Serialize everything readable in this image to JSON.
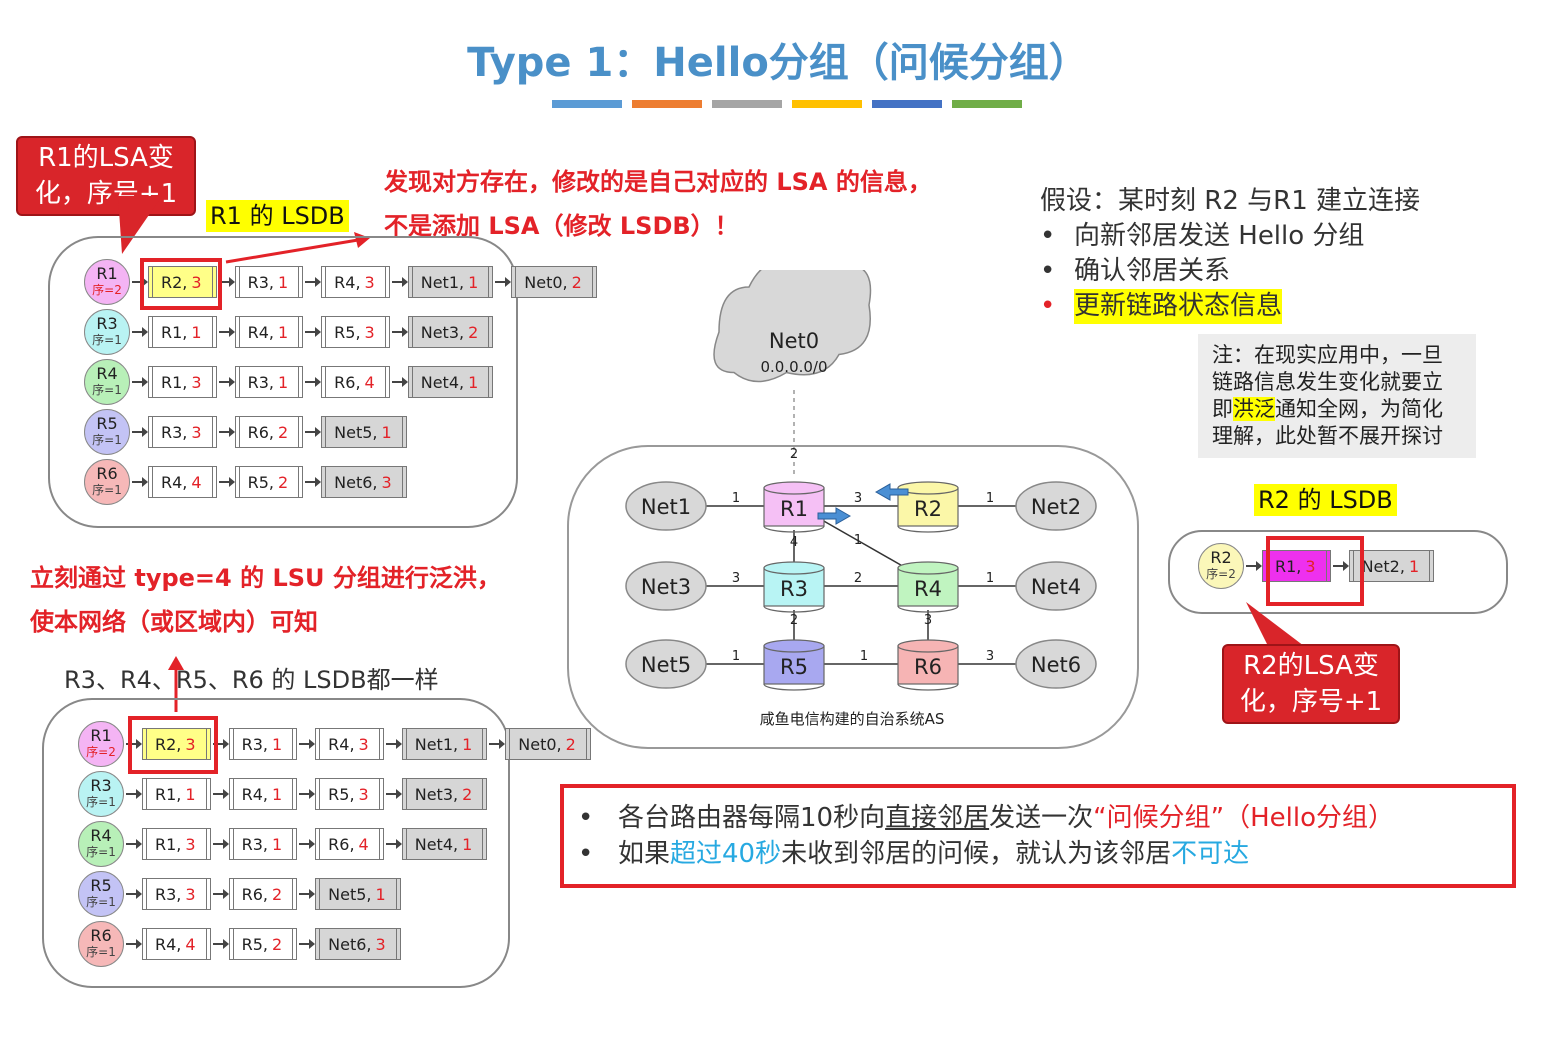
{
  "title": "Type 1：Hello分组（问候分组）",
  "title_bar_colors": [
    "#5b9bd5",
    "#ed7d31",
    "#a5a5a5",
    "#ffc000",
    "#4472c4",
    "#70ad47"
  ],
  "notes": {
    "r1_change": [
      "R1的LSA变",
      "化，序号+1"
    ],
    "r2_change": [
      "R2的LSA变",
      "化，序号+1"
    ],
    "discover": [
      "发现对方存在，修改的是自己对应的 LSA 的信息，",
      "不是添加 LSA（修改 LSDB）！"
    ],
    "flood": [
      "立刻通过 type=4 的 LSU 分组进行泛洪，",
      "使本网络（或区域内）可知"
    ],
    "same_lsdb": "R3、R4、R5、R6 的 LSDB都一样",
    "gray": [
      "注：在现实应用中，一旦",
      "链路信息发生变化就要立",
      "即",
      "洪泛",
      "通知全网，为简化",
      "理解，此处暂不展开探讨"
    ]
  },
  "labels": {
    "r1_lsdb": "R1 的 LSDB",
    "r2_lsdb": "R2 的 LSDB"
  },
  "assume": {
    "head": "假设：某时刻 R2 与R1 建立连接",
    "items": [
      "向新邻居发送 Hello 分组",
      "确认邻居关系",
      "更新链路状态信息"
    ],
    "bullet": "•"
  },
  "lsdb_top": [
    {
      "node": "R1",
      "seq": "序=2",
      "color": "#f4b4f4",
      "seq_red": true,
      "cells": [
        [
          "R2",
          "3",
          "hl"
        ],
        [
          "R3",
          "1",
          ""
        ],
        [
          "R4",
          "3",
          ""
        ],
        [
          "Net1",
          "1",
          "net"
        ],
        [
          "Net0",
          "2",
          "net"
        ]
      ]
    },
    {
      "node": "R3",
      "seq": "序=1",
      "color": "#b9f3f3",
      "cells": [
        [
          "R1",
          "1",
          ""
        ],
        [
          "R4",
          "1",
          ""
        ],
        [
          "R5",
          "3",
          ""
        ],
        [
          "Net3",
          "2",
          "net"
        ]
      ]
    },
    {
      "node": "R4",
      "seq": "序=1",
      "color": "#b8f0b8",
      "cells": [
        [
          "R1",
          "3",
          ""
        ],
        [
          "R3",
          "1",
          ""
        ],
        [
          "R6",
          "4",
          ""
        ],
        [
          "Net4",
          "1",
          "net"
        ]
      ]
    },
    {
      "node": "R5",
      "seq": "序=1",
      "color": "#c3c3f5",
      "cells": [
        [
          "R3",
          "3",
          ""
        ],
        [
          "R6",
          "2",
          ""
        ],
        [
          "Net5",
          "1",
          "net"
        ]
      ]
    },
    {
      "node": "R6",
      "seq": "序=1",
      "color": "#f6b8b8",
      "cells": [
        [
          "R4",
          "4",
          ""
        ],
        [
          "R5",
          "2",
          ""
        ],
        [
          "Net6",
          "3",
          "net"
        ]
      ]
    }
  ],
  "lsdb_r2": {
    "node": "R2",
    "seq": "序=2",
    "color": "#fbf7b9",
    "cells": [
      [
        "R1",
        "3",
        "hlm"
      ],
      [
        "Net2",
        "1",
        "net"
      ]
    ]
  },
  "network": {
    "net0": {
      "name": "Net0",
      "addr": "0.0.0.0/0"
    },
    "caption": "咸鱼电信构建的自治系统AS",
    "routers": [
      {
        "name": "R1",
        "color": "#f5c0f5"
      },
      {
        "name": "R2",
        "color": "#fbf7a8"
      },
      {
        "name": "R3",
        "color": "#b8f4f4"
      },
      {
        "name": "R4",
        "color": "#c0f4c0"
      },
      {
        "name": "R5",
        "color": "#a8a8f0"
      },
      {
        "name": "R6",
        "color": "#f6b4b4"
      }
    ],
    "nets": [
      "Net1",
      "Net2",
      "Net3",
      "Net4",
      "Net5",
      "Net6"
    ],
    "costs": [
      "2",
      "1",
      "3",
      "1",
      "3",
      "2",
      "1",
      "1",
      "1",
      "3",
      "4",
      "1",
      "2",
      "3",
      "3"
    ]
  },
  "bottom": {
    "bullet": "•",
    "l1": [
      "各台路由器每隔10秒向",
      "直接邻居",
      "发送一次",
      "“问候分组”",
      "（Hello分组）"
    ],
    "l2": [
      "如果",
      "超过40秒",
      "未收到邻居的问候，就认为该邻居",
      "不可达"
    ]
  }
}
